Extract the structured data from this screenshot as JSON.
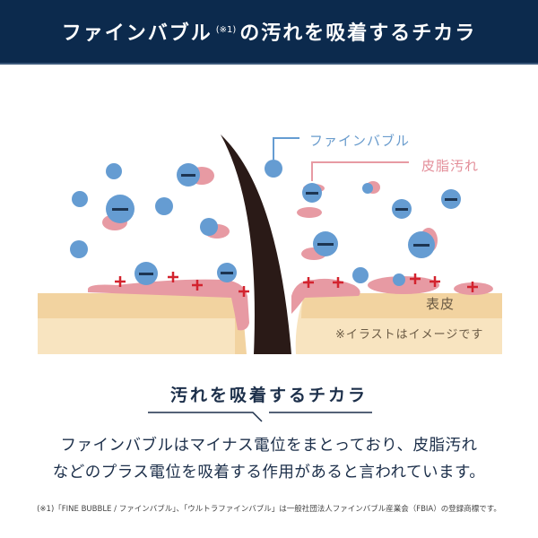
{
  "header": {
    "title_main": "ファインバブル",
    "title_note": "(※1)",
    "title_rest": "の汚れを吸着するチカラ",
    "background_color": "#0c2a4d"
  },
  "illustration": {
    "labels": {
      "fine_bubble": "ファインバブル",
      "sebum": "皮脂汚れ",
      "epidermis": "表皮",
      "image_note": "※イラストはイメージです"
    },
    "colors": {
      "bubble": "#659cd2",
      "sebum": "#e79aa3",
      "plus_sign": "#d3232e",
      "minus_sign": "#1d3552",
      "skin_top": "#f2d3a0",
      "skin_bottom": "#f8e4c0",
      "hair": "#2a1a17"
    }
  },
  "section": {
    "title": "汚れを吸着するチカラ",
    "body_line1": "ファインバブルはマイナス電位をまとっており、皮脂汚れ",
    "body_line2": "などのプラス電位を吸着する作用があると言われています。"
  },
  "footnote": "(※1)「FINE BUBBLE / ファインバブル」、「ウルトラファインバブル」は一般社団法人ファインバブル産業会（FBIA）の登録商標です。"
}
